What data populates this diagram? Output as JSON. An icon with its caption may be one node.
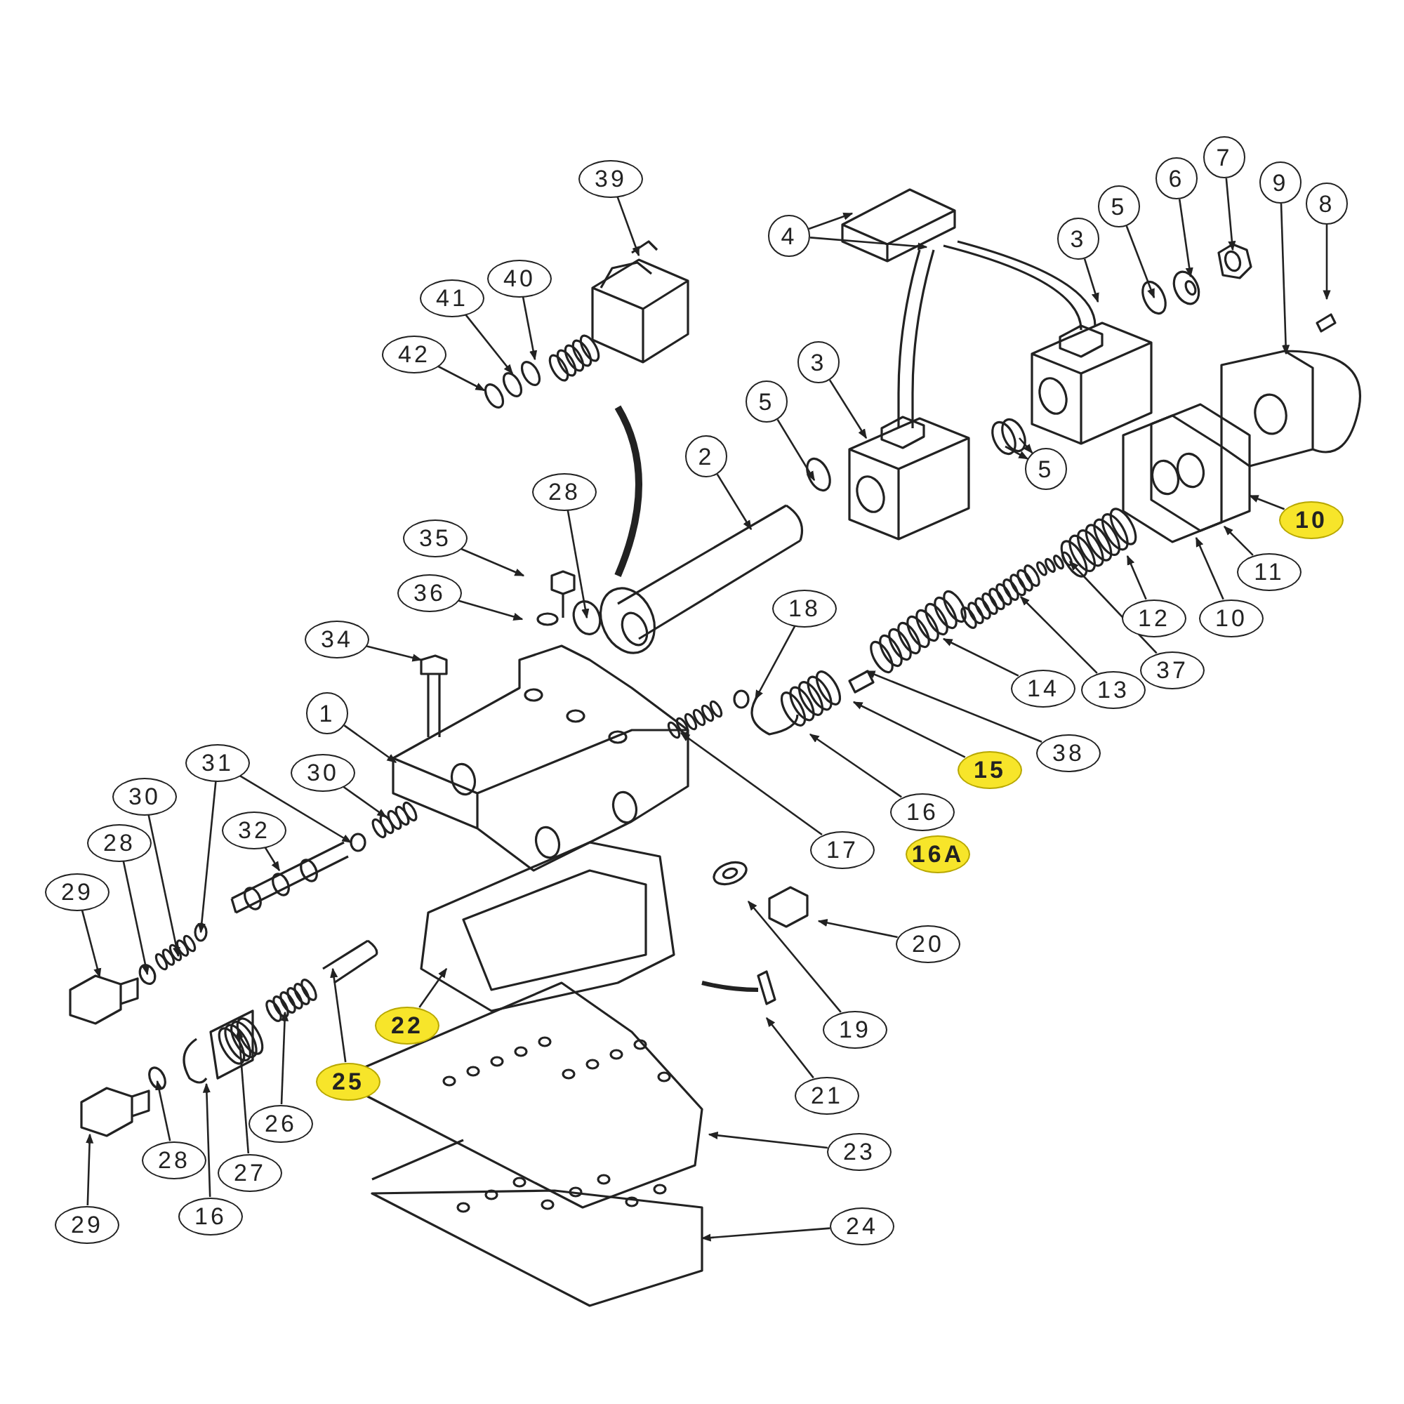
{
  "diagram": {
    "nodes": [
      {
        "text": [
          "39"
        ]
      },
      {
        "text": [
          "40"
        ]
      },
      {
        "text": [
          "41"
        ]
      },
      {
        "text": [
          "42"
        ]
      },
      {
        "text": [
          "4"
        ]
      },
      {
        "text": [
          "3"
        ]
      },
      {
        "text": [
          "5"
        ]
      },
      {
        "text": [
          "6"
        ]
      },
      {
        "text": [
          "7"
        ]
      },
      {
        "text": [
          "9"
        ]
      },
      {
        "text": [
          "8"
        ]
      },
      {
        "text": [
          "3"
        ]
      },
      {
        "text": [
          "5"
        ]
      },
      {
        "text": [
          "2"
        ]
      },
      {
        "text": [
          "5"
        ]
      },
      {
        "text": [
          "28"
        ]
      },
      {
        "text": [
          "35"
        ]
      },
      {
        "text": [
          "36"
        ]
      },
      {
        "text": [
          "34"
        ]
      },
      {
        "text": [
          "10"
        ]
      },
      {
        "text": [
          "11"
        ]
      },
      {
        "text": [
          "12"
        ]
      },
      {
        "text": [
          "10"
        ]
      },
      {
        "text": [
          "37"
        ]
      },
      {
        "text": [
          "13"
        ]
      },
      {
        "text": [
          "14"
        ]
      },
      {
        "text": [
          "18"
        ]
      },
      {
        "text": [
          "38"
        ]
      },
      {
        "text": [
          "15"
        ]
      },
      {
        "text": [
          "16"
        ]
      },
      {
        "text": [
          "17"
        ]
      },
      {
        "text": [
          "16A"
        ]
      },
      {
        "text": [
          "1"
        ]
      },
      {
        "text": [
          "31"
        ]
      },
      {
        "text": [
          "30"
        ]
      },
      {
        "text": [
          "30"
        ]
      },
      {
        "text": [
          "28"
        ]
      },
      {
        "text": [
          "32"
        ]
      },
      {
        "text": [
          "29"
        ]
      },
      {
        "text": [
          "22"
        ]
      },
      {
        "text": [
          "25"
        ]
      },
      {
        "text": [
          "26"
        ]
      },
      {
        "text": [
          "27"
        ]
      },
      {
        "text": [
          "16"
        ]
      },
      {
        "text": [
          "28"
        ]
      },
      {
        "text": [
          "29"
        ]
      },
      {
        "text": [
          "20"
        ]
      },
      {
        "text": [
          "19"
        ]
      },
      {
        "text": [
          "21"
        ]
      },
      {
        "text": [
          "23"
        ]
      },
      {
        "text": [
          "24"
        ]
      }
    ],
    "edges": [
      {
        "from": 0,
        "to": null,
        "arrow": "to"
      },
      {
        "from": 1,
        "to": null,
        "arrow": "to"
      },
      {
        "from": 2,
        "to": null,
        "arrow": "to"
      },
      {
        "from": 3,
        "to": null,
        "arrow": "to"
      },
      {
        "from": 4,
        "to": null,
        "arrow": "to"
      },
      {
        "from": 4,
        "to": null,
        "arrow": "to"
      },
      {
        "from": 5,
        "to": null,
        "arrow": "to"
      },
      {
        "from": 6,
        "to": null,
        "arrow": "to"
      },
      {
        "from": 7,
        "to": null,
        "arrow": "to"
      },
      {
        "from": 8,
        "to": null,
        "arrow": "to"
      },
      {
        "from": 9,
        "to": null,
        "arrow": "to"
      },
      {
        "from": 10,
        "to": null,
        "arrow": "to"
      },
      {
        "from": 11,
        "to": null,
        "arrow": "to"
      },
      {
        "from": 12,
        "to": null,
        "arrow": "to"
      },
      {
        "from": 13,
        "to": null,
        "arrow": "to"
      },
      {
        "from": null,
        "to": 14,
        "arrow": "to"
      },
      {
        "from": 15,
        "to": null,
        "arrow": "to"
      },
      {
        "from": 16,
        "to": null,
        "arrow": "to"
      },
      {
        "from": 17,
        "to": null,
        "arrow": "to"
      },
      {
        "from": 18,
        "to": null,
        "arrow": "to"
      },
      {
        "from": 19,
        "to": null,
        "arrow": "to"
      },
      {
        "from": 20,
        "to": null,
        "arrow": "to"
      },
      {
        "from": 21,
        "to": null,
        "arrow": "to"
      },
      {
        "from": 22,
        "to": null,
        "arrow": "to"
      },
      {
        "from": 23,
        "to": null,
        "arrow": "to"
      },
      {
        "from": 24,
        "to": null,
        "arrow": "to"
      },
      {
        "from": 25,
        "to": null,
        "arrow": "to"
      },
      {
        "from": 26,
        "to": null,
        "arrow": "to"
      },
      {
        "from": 27,
        "to": null,
        "arrow": "to"
      },
      {
        "from": 28,
        "to": null,
        "arrow": "to"
      },
      {
        "from": 29,
        "to": null,
        "arrow": "to"
      },
      {
        "from": 30,
        "to": null,
        "arrow": "to"
      },
      {
        "from": 32,
        "to": null,
        "arrow": "to"
      },
      {
        "from": 33,
        "to": null,
        "arrow": "to"
      },
      {
        "from": 33,
        "to": null,
        "arrow": "to"
      },
      {
        "from": 34,
        "to": null,
        "arrow": "to"
      },
      {
        "from": 35,
        "to": null,
        "arrow": "to"
      },
      {
        "from": 36,
        "to": null,
        "arrow": "to"
      },
      {
        "from": 37,
        "to": null,
        "arrow": "to"
      },
      {
        "from": 38,
        "to": null,
        "arrow": "to"
      },
      {
        "from": 39,
        "to": null,
        "arrow": "to"
      },
      {
        "from": 40,
        "to": null,
        "arrow": "to"
      },
      {
        "from": 41,
        "to": null,
        "arrow": "to"
      },
      {
        "from": 42,
        "to": null,
        "arrow": "to"
      },
      {
        "from": 43,
        "to": null,
        "arrow": "to"
      },
      {
        "from": 44,
        "to": null,
        "arrow": "to"
      },
      {
        "from": 45,
        "to": null,
        "arrow": "to"
      },
      {
        "from": 46,
        "to": null,
        "arrow": "to"
      },
      {
        "from": 47,
        "to": null,
        "arrow": "to"
      },
      {
        "from": 48,
        "to": null,
        "arrow": "to"
      },
      {
        "from": 49,
        "to": null,
        "arrow": "to"
      },
      {
        "from": 50,
        "to": null,
        "arrow": "to"
      },
      {
        "from": null,
        "to": 14,
        "arrow": "to"
      }
    ]
  }
}
